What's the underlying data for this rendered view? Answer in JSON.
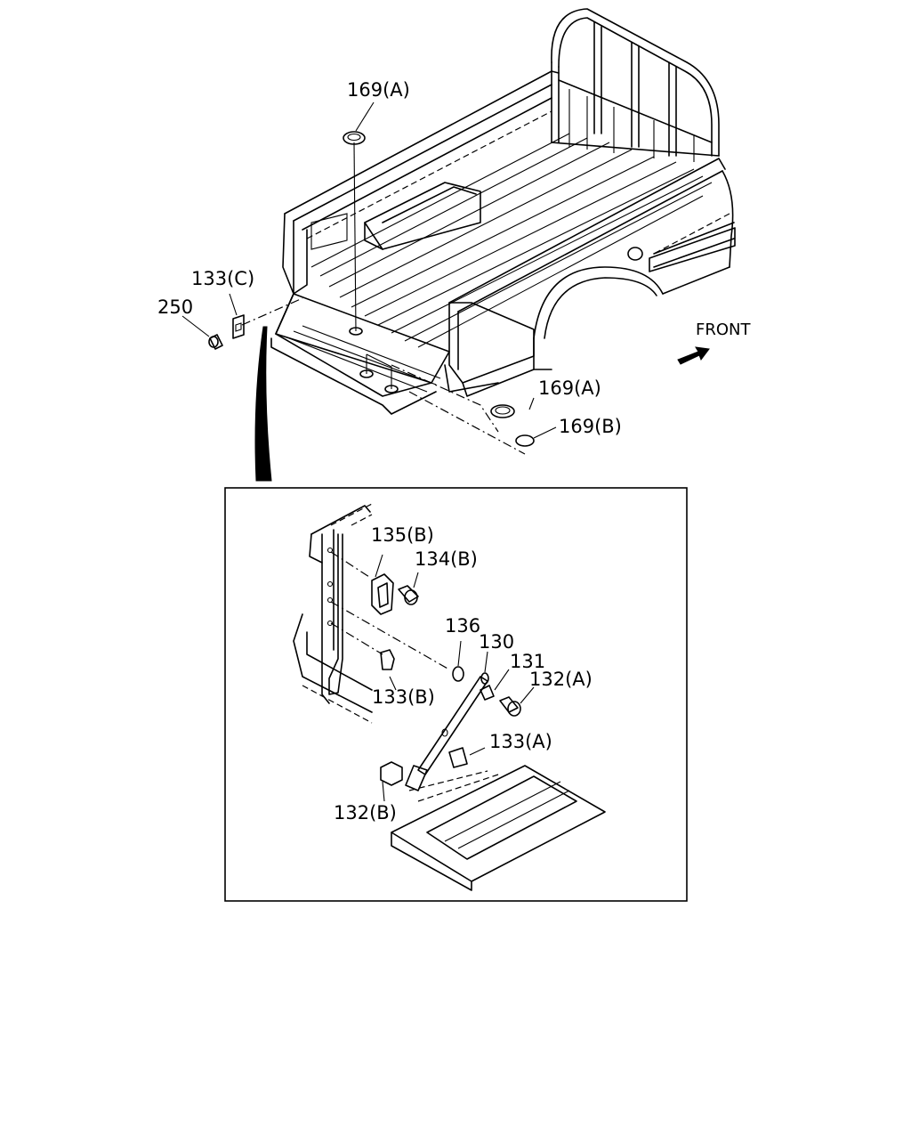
{
  "labels": {
    "p169a_top": "169(A)",
    "p133c": "133(C)",
    "p250": "250",
    "p169a_right": "169(A)",
    "p169b": "169(B)",
    "front": "FRONT",
    "p135b": "135(B)",
    "p134b": "134(B)",
    "p136": "136",
    "p130": "130",
    "p131": "131",
    "p132a": "132(A)",
    "p133b": "133(B)",
    "p133a": "133(A)",
    "p132b": "132(B)"
  },
  "colors": {
    "line": "#000000",
    "background": "#ffffff"
  },
  "icons": {
    "front_arrow": "front-arrow-icon"
  }
}
